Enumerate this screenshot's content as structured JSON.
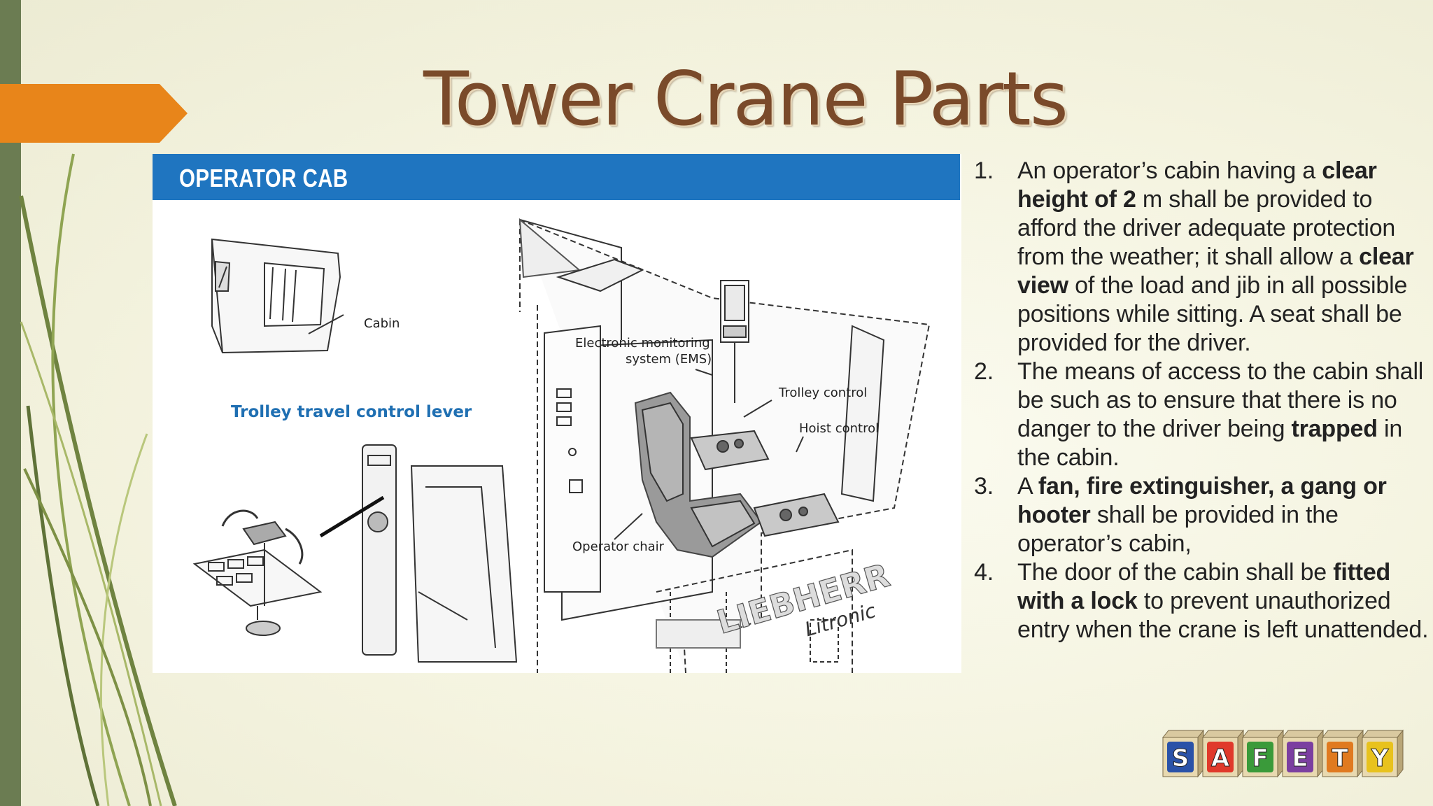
{
  "slide": {
    "title": "Tower Crane Parts",
    "colors": {
      "accent_arrow": "#e8851a",
      "left_bar": "#6b7c52",
      "title": "#7a4a2a",
      "figure_header": "#1f75c0"
    }
  },
  "figure": {
    "header": "OPERATOR CAB",
    "labels": {
      "cabin": "Cabin",
      "trolley_lever": "Trolley travel control lever",
      "ems_line1": "Electronic monitoring",
      "ems_line2": "system (EMS)",
      "trolley_control": "Trolley control",
      "hoist_control": "Hoist control",
      "operator_chair": "Operator chair",
      "brand": "LIEBHERR",
      "brand_sub": "Litronic"
    }
  },
  "points": [
    {
      "number": "1.",
      "segments": [
        {
          "text": "An operator’s cabin having a ",
          "bold": false
        },
        {
          "text": "clear height of 2",
          "bold": true
        },
        {
          "text": " m shall be provided to afford the driver adequate protection from the weather; it shall allow a ",
          "bold": false
        },
        {
          "text": "clear view",
          "bold": true
        },
        {
          "text": " of the load and jib in all possible positions while sitting. A seat shall be provided for the driver.",
          "bold": false
        }
      ]
    },
    {
      "number": "2.",
      "segments": [
        {
          "text": "The means of access to the cabin shall be such as to ensure that there is no danger to the driver being ",
          "bold": false
        },
        {
          "text": "trapped",
          "bold": true
        },
        {
          "text": " in the cabin.",
          "bold": false
        }
      ]
    },
    {
      "number": "3.",
      "segments": [
        {
          "text": "A ",
          "bold": false
        },
        {
          "text": "fan, fire extinguisher, a gang or hooter",
          "bold": true
        },
        {
          "text": " shall be provided in the operator’s cabin,",
          "bold": false
        }
      ]
    },
    {
      "number": "4.",
      "segments": [
        {
          "text": "The door of the cabin shall be ",
          "bold": false
        },
        {
          "text": "fitted with a lock",
          "bold": true
        },
        {
          "text": " to prevent unauthorized entry when the crane is left unattended.",
          "bold": false
        }
      ]
    }
  ],
  "logo": {
    "letters": [
      "S",
      "A",
      "F",
      "E",
      "T",
      "Y"
    ],
    "block_colors": [
      "#2a52a8",
      "#e0392b",
      "#3a9a3a",
      "#7b3fa0",
      "#e07a20",
      "#e8c21e"
    ]
  }
}
